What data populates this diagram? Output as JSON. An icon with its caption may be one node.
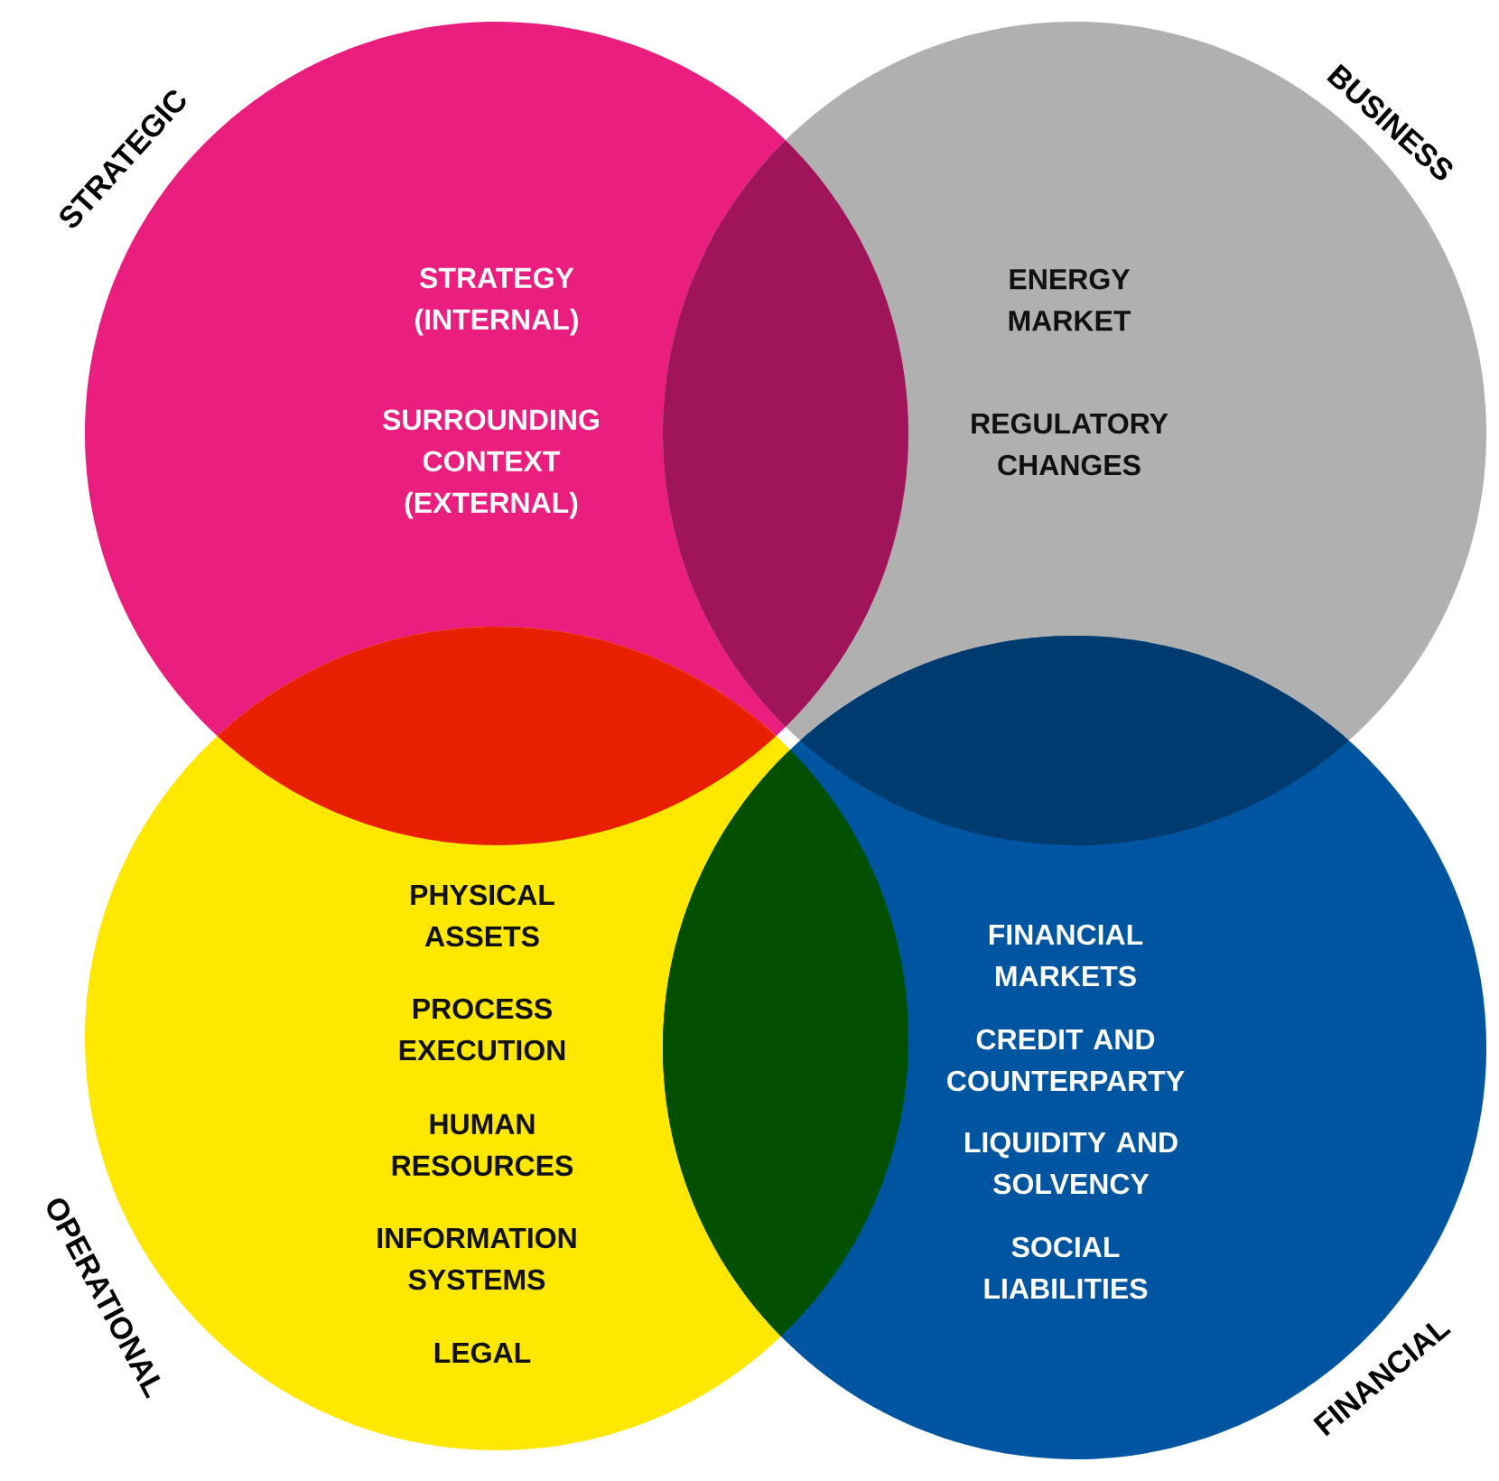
{
  "diagram": {
    "nodes": [
      {
        "text": [
          "STRATEGIC",
          "STRATEGY (INTERNAL)",
          "SURROUNDING CONTEXT (EXTERNAL)"
        ]
      },
      {
        "text": [
          "BUSINESS",
          "ENERGY MARKET",
          "REGULATORY CHANGES"
        ]
      },
      {
        "text": [
          "OPERATIONAL",
          "PHYSICAL ASSETS",
          "PROCESS EXECUTION",
          "HUMAN RESOURCES",
          "INFORMATION SYSTEMS",
          "LEGAL"
        ]
      },
      {
        "text": [
          "FINANCIAL",
          "FINANCIAL MARKETS",
          "CREDIT AND COUNTERPARTY",
          "LIQUIDITY AND SOLVENCY",
          "SOCIAL LIABILITIES"
        ]
      }
    ]
  }
}
